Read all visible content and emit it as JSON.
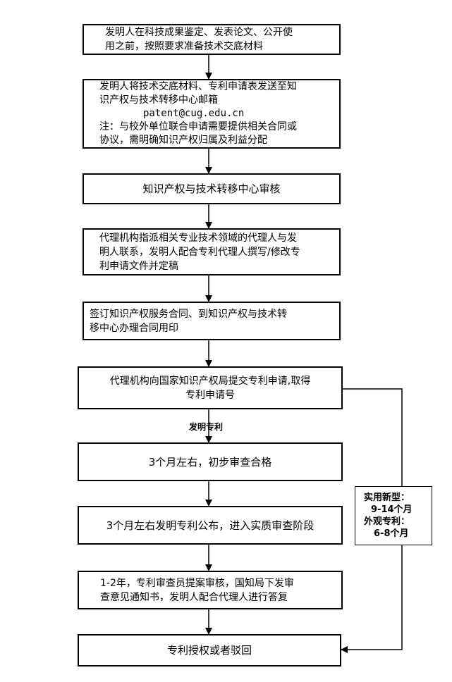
{
  "steps": [
    {
      "lines": [
        "发明人在科技成果鉴定、发表论文、公开使",
        "用之前，按照要求准备技术交底材料"
      ]
    },
    {
      "lines": [
        "发明人将技术交底材料、专利申请表发送至知",
        "识产权与技术转移中心邮箱",
        "patent@cug.edu.cn",
        "注：与校外单位联合申请需要提供相关合同或",
        "协议，需明确知识产权归属及利益分配"
      ]
    },
    {
      "lines": [
        "知识产权与技术转移中心审核"
      ]
    },
    {
      "lines": [
        "代理机构指派相关专业技术领域的代理人与发",
        "明人联系，发明人配合专利代理人撰写/修改专",
        "利申请文件并定稿"
      ]
    },
    {
      "lines": [
        "签订知识产权服务合同、到知识产权与技术转",
        "移中心办理合同用印"
      ]
    },
    {
      "lines": [
        "代理机构向国家知识产权局提交专利申请,取得",
        "专利申请号"
      ]
    },
    {
      "lines": [
        "3个月左右，初步审查合格"
      ]
    },
    {
      "lines": [
        "3个月左右发明专利公布，进入实质审查阶段"
      ]
    },
    {
      "lines": [
        "1-2年，专利审查员提案审核，国知局下发审",
        "查意见通知书，发明人配合代理人进行答复"
      ]
    },
    {
      "lines": [
        "专利授权或者驳回"
      ]
    }
  ],
  "branch_label": "发明专利",
  "side_note": {
    "lines": [
      "实用新型：",
      "9-14个月",
      "外观专利：",
      "6-8个月"
    ]
  }
}
